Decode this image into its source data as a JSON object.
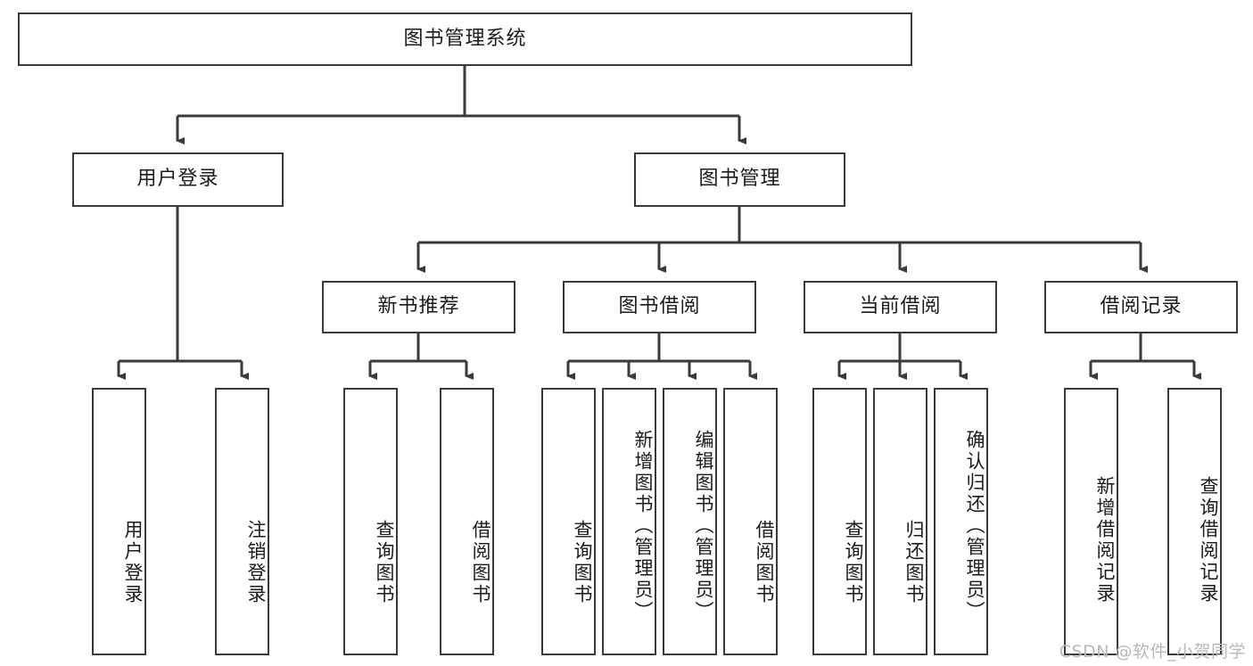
{
  "diagram": {
    "title": "图书管理系统",
    "type": "tree",
    "watermark": "CSDN @软件_小贺同学",
    "line_color": "#3a3a3a",
    "box_border_color": "#3a3a3a",
    "box_fill_color": "#ffffff",
    "text_color": "#1b1b1b",
    "watermark_color": "#b9b9b9"
  },
  "nodes": {
    "root": {
      "label": "图书管理系统"
    },
    "level1": [
      {
        "id": "user-login",
        "label": "用户登录"
      },
      {
        "id": "book-management",
        "label": "图书管理"
      }
    ],
    "level2": [
      {
        "id": "new-book-recommend",
        "label": "新书推荐"
      },
      {
        "id": "book-borrow",
        "label": "图书借阅"
      },
      {
        "id": "current-borrow",
        "label": "当前借阅"
      },
      {
        "id": "borrow-record",
        "label": "借阅记录"
      }
    ],
    "leaves": {
      "user_login": [
        {
          "id": "leaf-user-login",
          "label": "用户登录"
        },
        {
          "id": "leaf-logout-login",
          "label": "注销登录"
        }
      ],
      "new_book_recommend": [
        {
          "id": "leaf-query-book-1",
          "label": "查询图书"
        },
        {
          "id": "leaf-borrow-book-1",
          "label": "借阅图书"
        }
      ],
      "book_borrow": [
        {
          "id": "leaf-query-book-2",
          "label": "查询图书"
        },
        {
          "id": "leaf-add-book",
          "label": "新增图书（管理员）"
        },
        {
          "id": "leaf-edit-book",
          "label": "编辑图书（管理员）"
        },
        {
          "id": "leaf-borrow-book-2",
          "label": "借阅图书"
        }
      ],
      "current_borrow": [
        {
          "id": "leaf-query-book-3",
          "label": "查询图书"
        },
        {
          "id": "leaf-return-book",
          "label": "归还图书"
        },
        {
          "id": "leaf-confirm-return",
          "label": "确认归还（管理员）"
        }
      ],
      "borrow_record": [
        {
          "id": "leaf-add-borrow-record",
          "label": "新增借阅记录"
        },
        {
          "id": "leaf-query-borrow-record",
          "label": "查询借阅记录"
        }
      ]
    }
  }
}
